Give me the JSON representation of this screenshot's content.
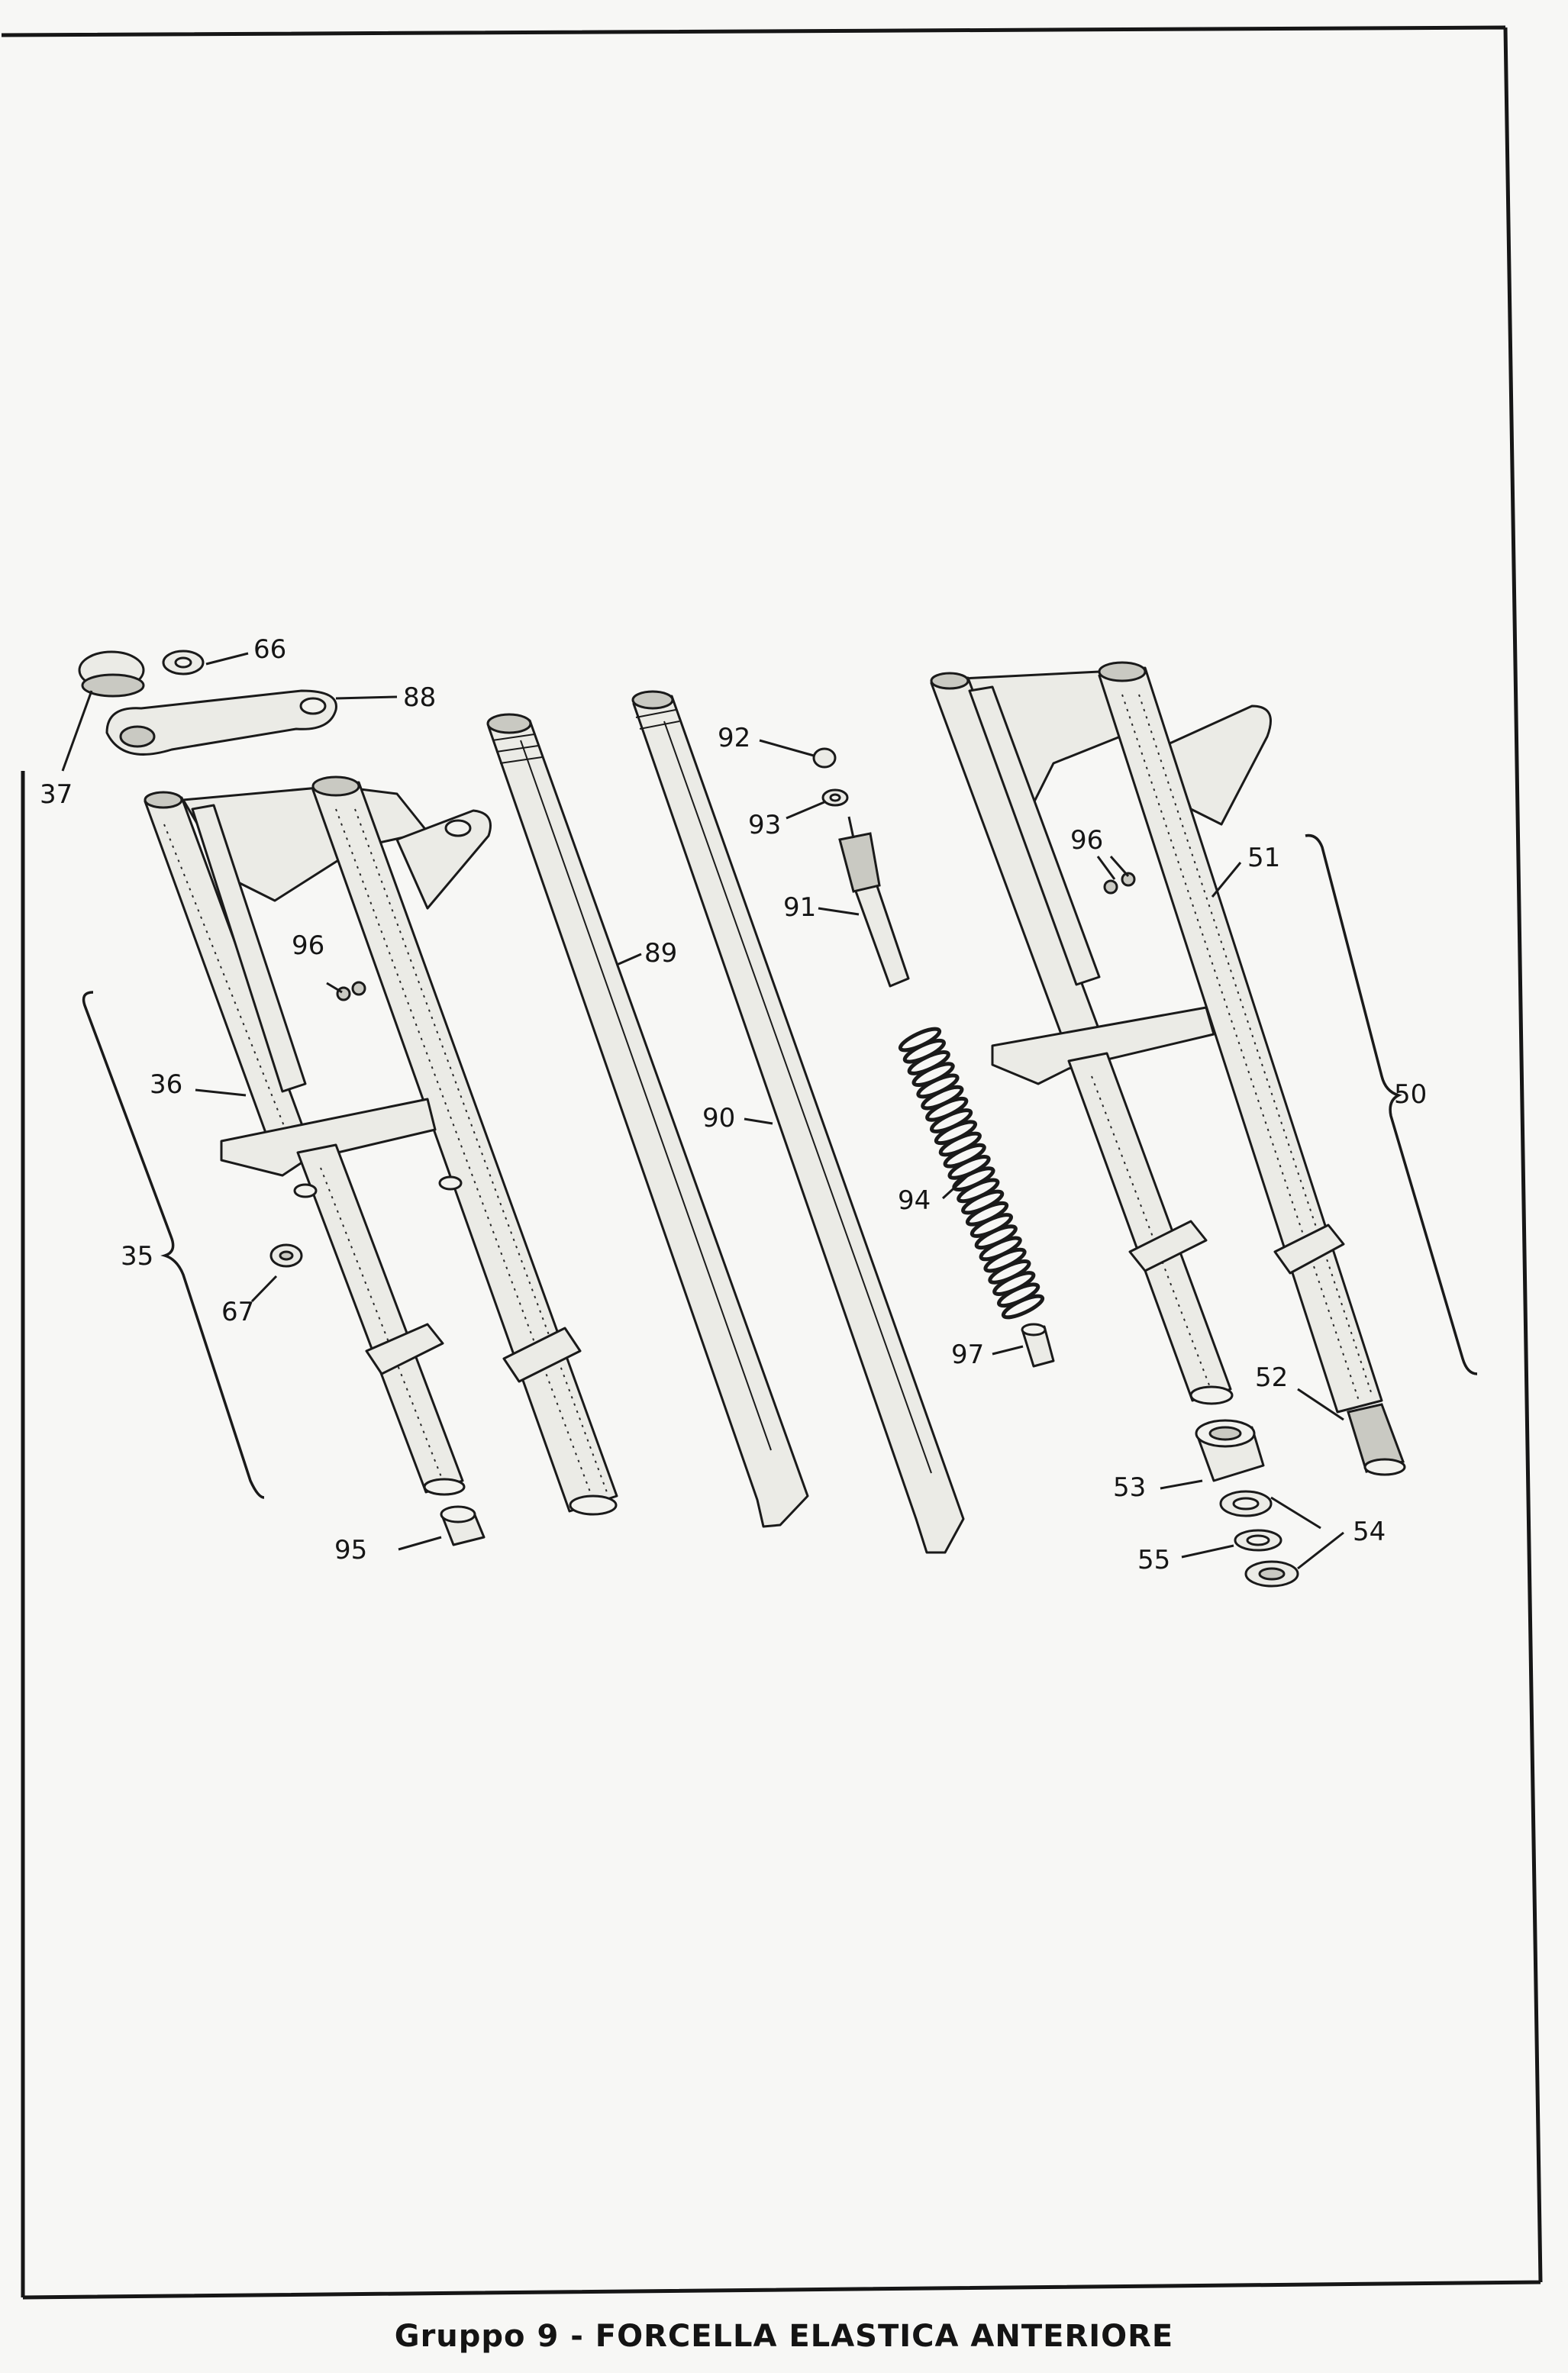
{
  "caption": "Gruppo 9 - FORCELLA ELASTICA ANTERIORE",
  "callouts": {
    "c35": "35",
    "c36": "36",
    "c37": "37",
    "c66": "66",
    "c67": "67",
    "c88": "88",
    "c96a": "96",
    "c95": "95",
    "c89": "89",
    "c90": "90",
    "c91": "91",
    "c92": "92",
    "c93": "93",
    "c94": "94",
    "c97": "97",
    "c50": "50",
    "c51": "51",
    "c52": "52",
    "c53": "53",
    "c54": "54",
    "c55": "55",
    "c96b": "96"
  }
}
